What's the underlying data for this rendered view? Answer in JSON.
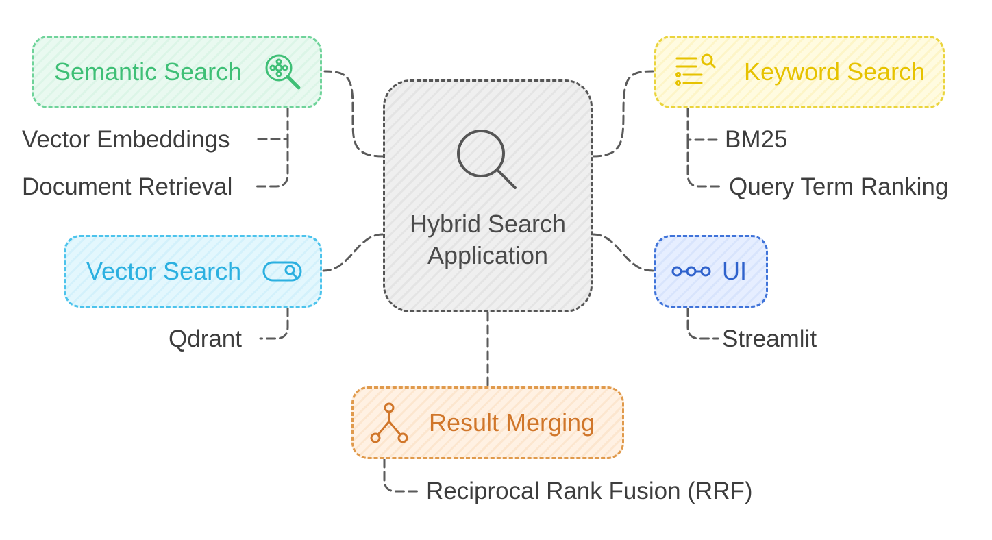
{
  "center": {
    "label": "Hybrid Search Application",
    "icon": "magnifier-icon"
  },
  "branches": {
    "semantic": {
      "label": "Semantic Search",
      "icon": "semantic-search-icon",
      "color": "#3fbf76",
      "children": [
        "Vector Embeddings",
        "Document Retrieval"
      ]
    },
    "keyword": {
      "label": "Keyword Search",
      "icon": "list-search-icon",
      "color": "#e6c200",
      "children": [
        "BM25",
        "Query Term Ranking"
      ]
    },
    "vector": {
      "label": "Vector Search",
      "icon": "search-toggle-icon",
      "color": "#2cb0e0",
      "children": [
        "Qdrant"
      ]
    },
    "ui": {
      "label": "UI",
      "icon": "connected-dots-icon",
      "color": "#2f62cc",
      "children": [
        "Streamlit"
      ]
    },
    "merge": {
      "label": "Result Merging",
      "icon": "hierarchy-icon",
      "color": "#d0762a",
      "children": [
        "Reciprocal Rank Fusion (RRF)"
      ]
    }
  }
}
